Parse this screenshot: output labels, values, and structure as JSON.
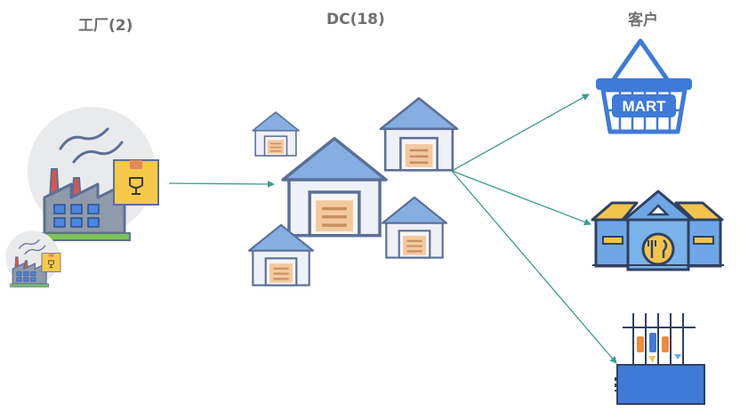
{
  "labels": {
    "factory": "工厂(2)",
    "dc": "DC(18)",
    "customer": "客户"
  },
  "icons": {
    "mart_sign": "MART",
    "factory": "factory-icon",
    "factory_small": "factory-small-icon",
    "warehouse": "warehouse-icon",
    "supermarket": "supermarket-basket-icon",
    "restaurant": "restaurant-icon",
    "store_shelf": "store-shelf-icon"
  },
  "colors": {
    "arrow": "#3d9b8f",
    "label": "#6f6f6f",
    "roof": "#7fa6dc",
    "outline": "#5c6f97",
    "door": "#f2c9a0",
    "blue": "#3f7ad8",
    "yellow": "#f7c948"
  }
}
